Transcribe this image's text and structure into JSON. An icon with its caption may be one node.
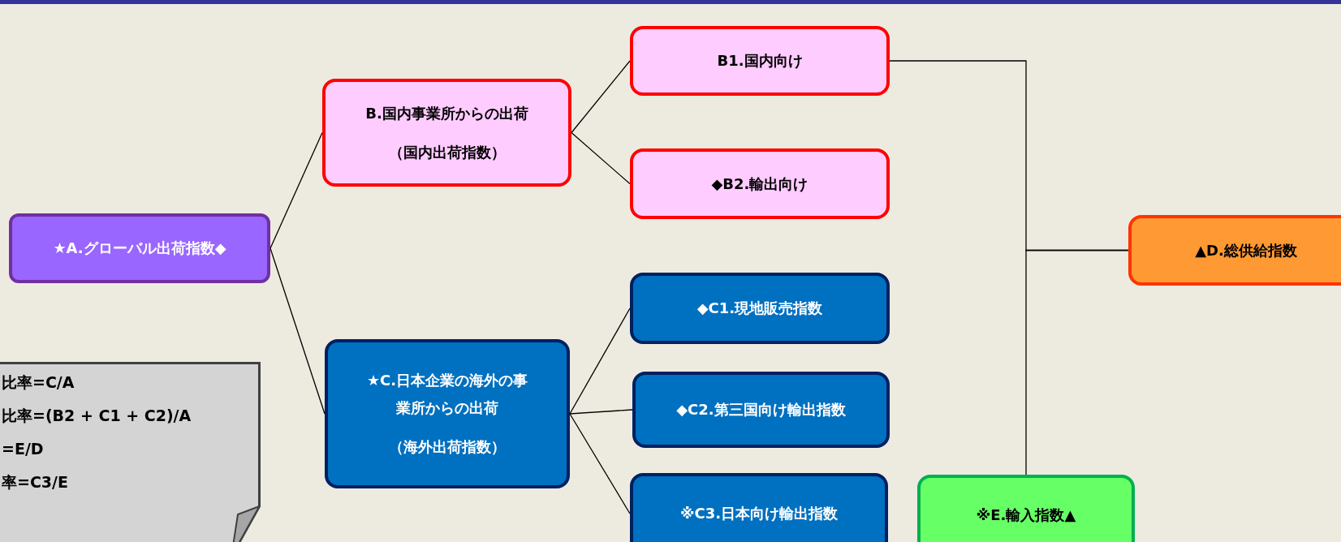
{
  "diagram": {
    "nodes": [
      {
        "text": [
          "★A.グローバル出荷指数◆"
        ]
      },
      {
        "text": [
          "B.国内事業所からの出荷",
          "（国内出荷指数）"
        ]
      },
      {
        "text": [
          "B1.国内向け"
        ]
      },
      {
        "text": [
          "◆B2.輸出向け"
        ]
      },
      {
        "text": [
          "★C.日本企業の海外の事業所からの出荷",
          "（海外出荷指数）"
        ]
      },
      {
        "text": [
          "◆C1.現地販売指数"
        ]
      },
      {
        "text": [
          "◆C2.第三国向け輸出指数"
        ]
      },
      {
        "text": [
          "※C3.日本向け輸出指数"
        ]
      },
      {
        "text": [
          "▲D.総供給指数"
        ]
      },
      {
        "text": [
          "※E.輸入指数▲"
        ]
      },
      {
        "text": [
          "比率=C/A",
          "比率=(B2 + C1 + C2)/A",
          "=E/D",
          "率=C3/E"
        ]
      }
    ],
    "edges": [
      {
        "from": 0,
        "to": 1,
        "arrow": "none"
      },
      {
        "from": 0,
        "to": 4,
        "arrow": "none"
      },
      {
        "from": 1,
        "to": 2,
        "arrow": "none"
      },
      {
        "from": 1,
        "to": 3,
        "arrow": "none"
      },
      {
        "from": 4,
        "to": 5,
        "arrow": "none"
      },
      {
        "from": 4,
        "to": 6,
        "arrow": "none"
      },
      {
        "from": 4,
        "to": 7,
        "arrow": "none"
      },
      {
        "from": 2,
        "to": 8,
        "arrow": "none"
      },
      {
        "from": 9,
        "to": 8,
        "arrow": "none"
      }
    ]
  }
}
